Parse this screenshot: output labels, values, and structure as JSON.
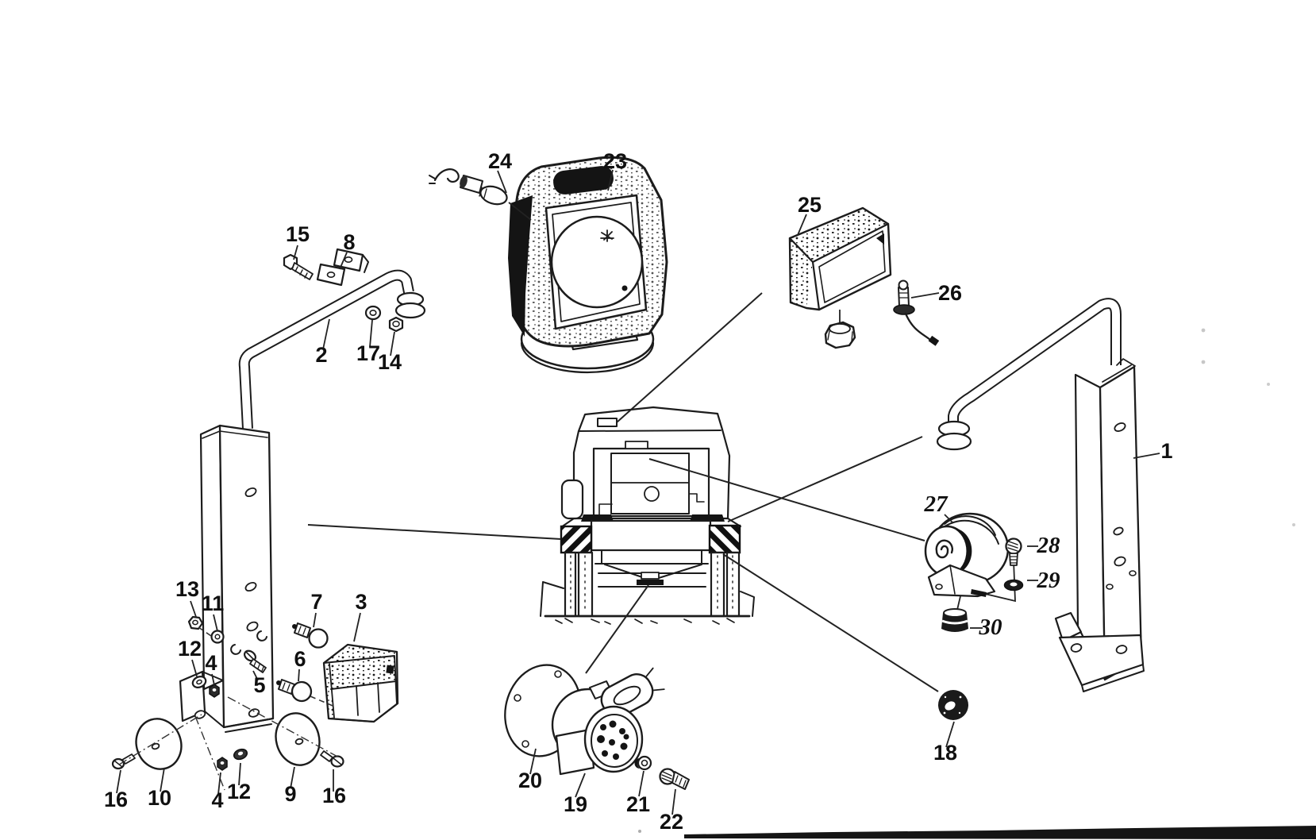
{
  "figure": {
    "kind": "exploded-parts-diagram",
    "subject": "vehicle-work-lamps-horn-and-mounting-brackets",
    "background_color": "#ffffff",
    "line_color": "#1c1c1c",
    "callouts": [
      {
        "part": "bulb-with-lead",
        "text": "24"
      },
      {
        "part": "portable-work-lamp",
        "text": "23"
      },
      {
        "part": "rear-work-lamp",
        "text": "25"
      },
      {
        "part": "bulb-with-lead",
        "text": "26"
      },
      {
        "part": "bolt",
        "text": "15"
      },
      {
        "part": "clamp",
        "text": "8"
      },
      {
        "part": "lamp-bracket-arm-left",
        "text": "2"
      },
      {
        "part": "washer",
        "text": "17"
      },
      {
        "part": "nut",
        "text": "14"
      },
      {
        "part": "lamp-bracket-right",
        "text": "1"
      },
      {
        "part": "horn",
        "text": "27"
      },
      {
        "part": "screw",
        "text": "28"
      },
      {
        "part": "washer",
        "text": "29"
      },
      {
        "part": "rubber-mount",
        "text": "30"
      },
      {
        "part": "nut",
        "text": "13"
      },
      {
        "part": "nut",
        "text": "11"
      },
      {
        "part": "washer",
        "text": "12"
      },
      {
        "part": "nut",
        "text": "4"
      },
      {
        "part": "screw",
        "text": "5"
      },
      {
        "part": "bulb",
        "text": "7"
      },
      {
        "part": "bulb",
        "text": "6"
      },
      {
        "part": "combination-lamp",
        "text": "3"
      },
      {
        "part": "screw",
        "text": "16"
      },
      {
        "part": "reflector-disc",
        "text": "10"
      },
      {
        "part": "nut",
        "text": "4"
      },
      {
        "part": "washer",
        "text": "12"
      },
      {
        "part": "reflector-disc",
        "text": "9"
      },
      {
        "part": "screw",
        "text": "16"
      },
      {
        "part": "grommet",
        "text": "18"
      },
      {
        "part": "gasket",
        "text": "20"
      },
      {
        "part": "socket-receptacle",
        "text": "19"
      },
      {
        "part": "washer",
        "text": "21"
      },
      {
        "part": "screw",
        "text": "22"
      }
    ]
  }
}
